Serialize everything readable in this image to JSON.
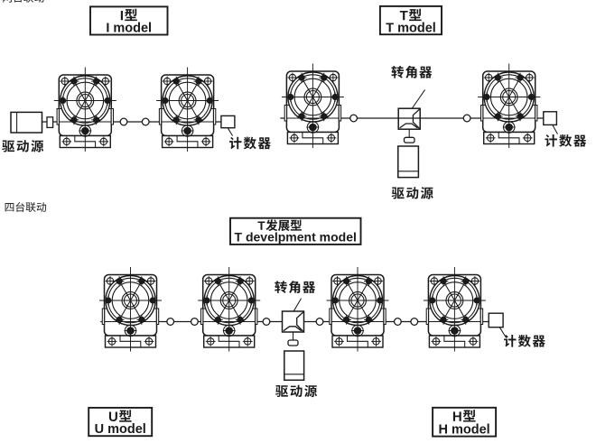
{
  "figure_type": "mechanical linkage configuration diagram",
  "colors": {
    "paper": "#ffffff",
    "ink": "#1a1a1a"
  },
  "sections": {
    "two_unit": {
      "caption": "两台联动"
    },
    "four_unit": {
      "caption": "四台联动"
    }
  },
  "diagrams": {
    "i_model": {
      "title_zh": "I型",
      "title_en": "I model",
      "drive_source": "驱动源",
      "counter": "计数器"
    },
    "t_model": {
      "title_zh": "T型",
      "title_en": "T model",
      "corner_unit": "转角器",
      "drive_source": "驱动源",
      "counter": "计数器"
    },
    "t_development": {
      "title_zh": "T发展型",
      "title_en": "T develpment model",
      "corner_unit": "转角器",
      "drive_source": "驱动源",
      "counter": "计数器"
    },
    "u_model": {
      "title_zh": "U型",
      "title_en": "U model"
    },
    "h_model": {
      "title_zh": "H型",
      "title_en": "H model"
    }
  }
}
